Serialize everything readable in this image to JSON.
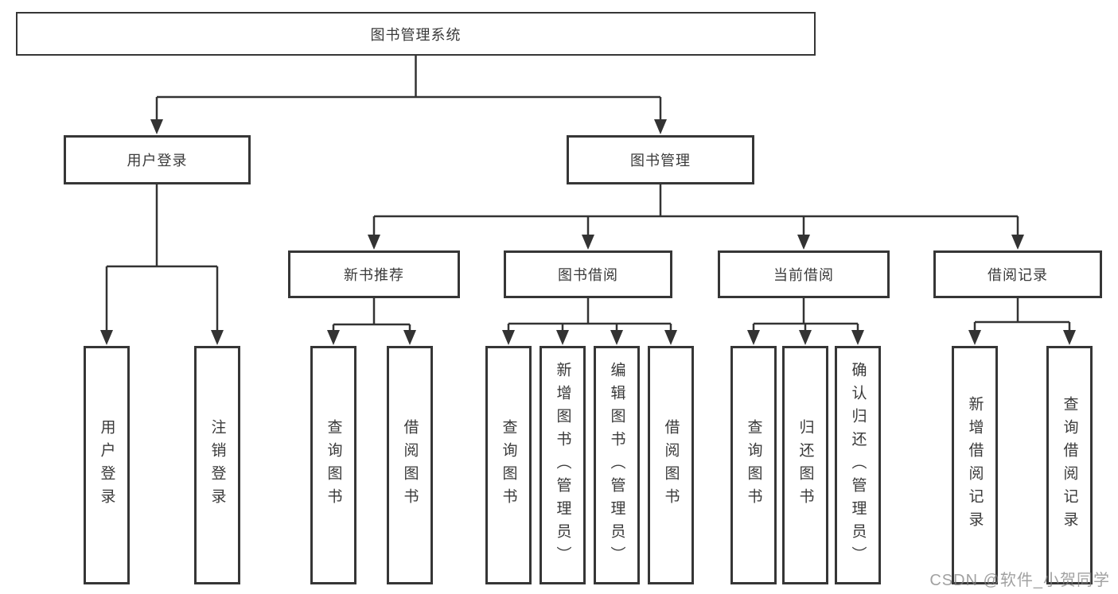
{
  "diagram": {
    "title": "图书管理系统",
    "branches": {
      "user_login": {
        "label": "用户登录",
        "leaves": [
          "用户登录",
          "注销登录"
        ]
      },
      "book_management": {
        "label": "图书管理",
        "sections": [
          {
            "label": "新书推荐",
            "leaves": [
              "查询图书",
              "借阅图书"
            ]
          },
          {
            "label": "图书借阅",
            "leaves": [
              "查询图书",
              "新增图书（管理员）",
              "编辑图书（管理员）",
              "借阅图书"
            ]
          },
          {
            "label": "当前借阅",
            "leaves": [
              "查询图书",
              "归还图书",
              "确认归还（管理员）"
            ]
          },
          {
            "label": "借阅记录",
            "leaves": [
              "新增借阅记录",
              "查询借阅记录"
            ]
          }
        ]
      }
    }
  },
  "watermark": {
    "text": "CSDN @软件_小贺同学"
  },
  "colors": {
    "line": "#333333",
    "box_border": "#363636",
    "text": "#3a3a3a",
    "watermark": "#828282",
    "background": "#ffffff"
  }
}
